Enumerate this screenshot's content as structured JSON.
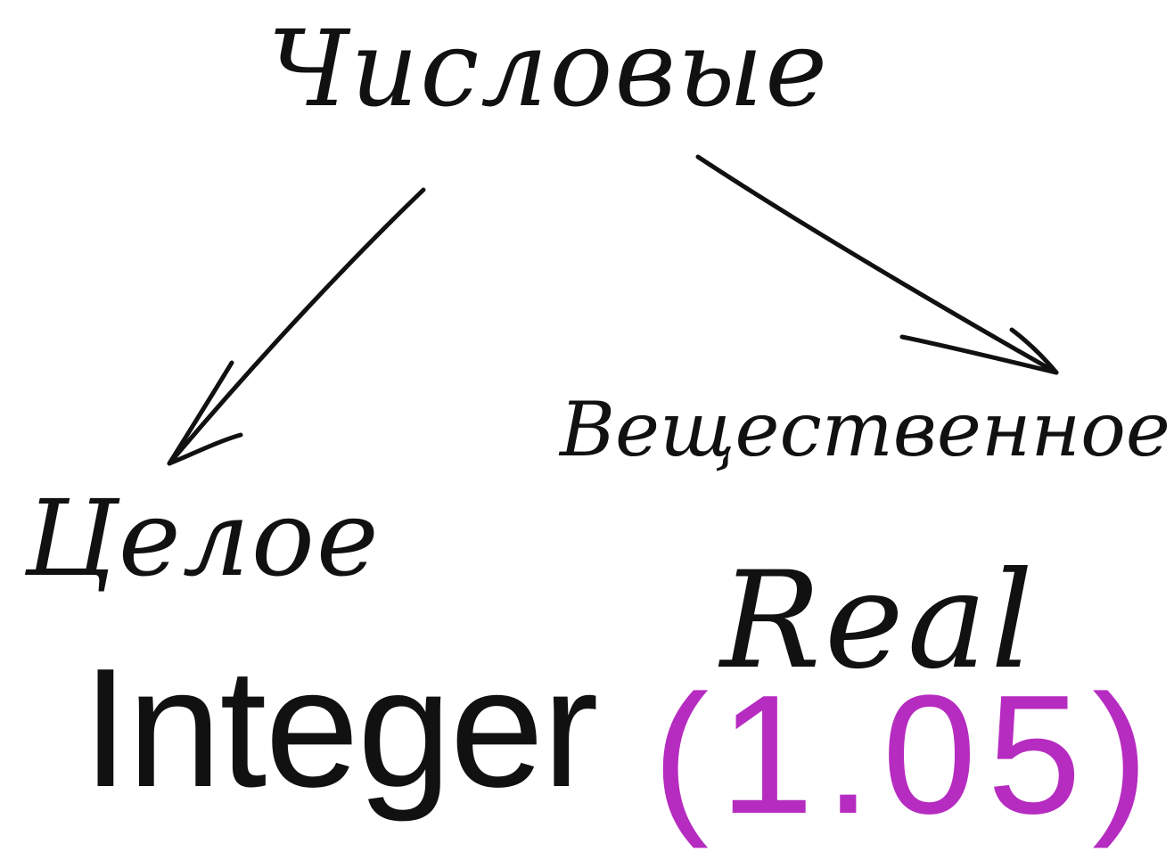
{
  "diagram": {
    "root": {
      "label": "Числовые"
    },
    "children": [
      {
        "label": "Целое",
        "sublabel": "Integer"
      },
      {
        "label": "Вещественное",
        "sublabel": "Real",
        "example": "(1.05)"
      }
    ]
  },
  "colors": {
    "ink": "#111111",
    "accent": "#b62cc0",
    "background": "#ffffff"
  },
  "icons": {
    "left_arrow": "arrow-down-left-icon",
    "right_arrow": "arrow-down-right-icon"
  }
}
